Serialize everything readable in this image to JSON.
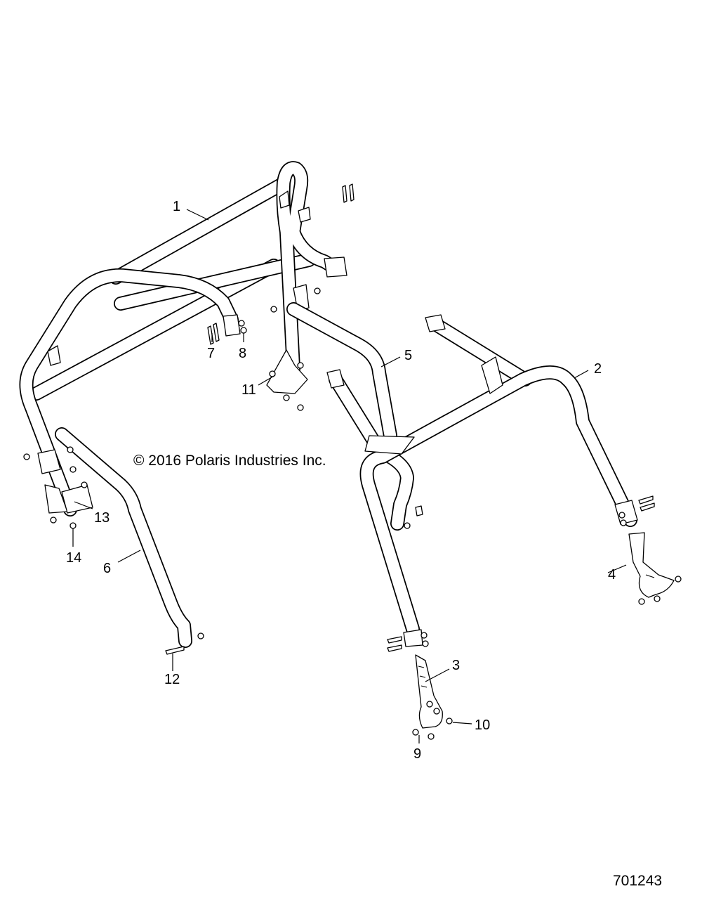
{
  "copyright": "© 2016 Polaris Industries Inc.",
  "document_number": "701243",
  "callouts": [
    "1",
    "2",
    "3",
    "4",
    "5",
    "6",
    "7",
    "8",
    "9",
    "10",
    "11",
    "12",
    "13",
    "14"
  ],
  "colors": {
    "line": "#000000",
    "background": "#ffffff"
  }
}
